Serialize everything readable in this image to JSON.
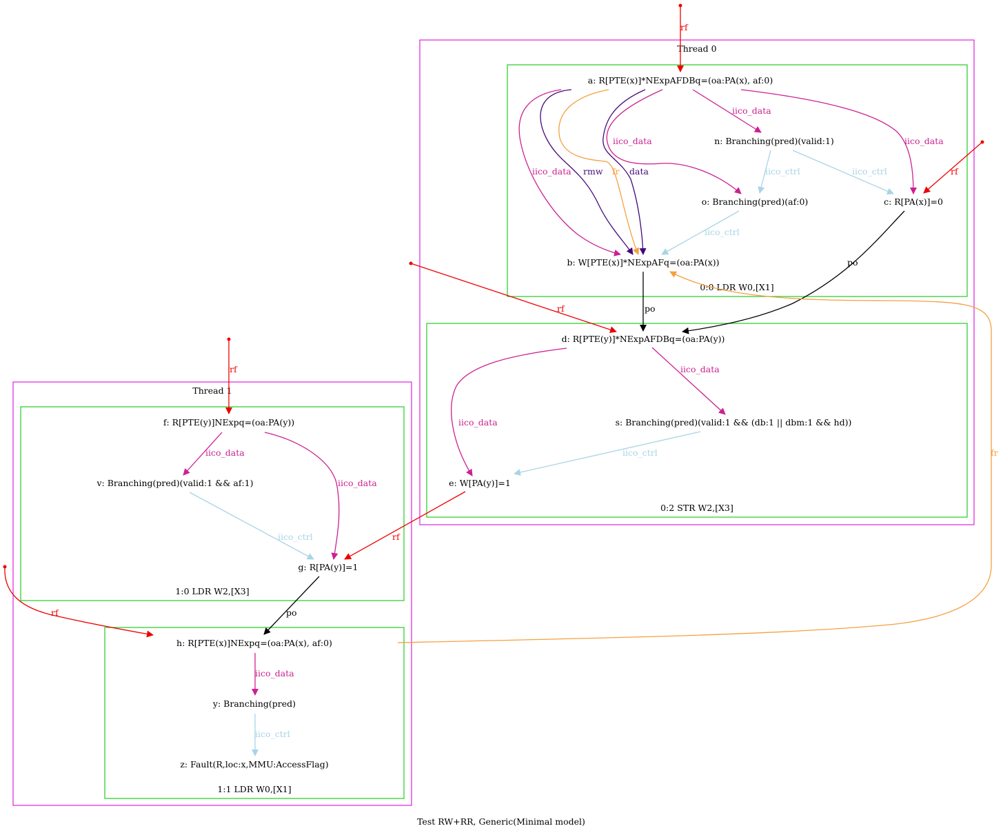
{
  "caption": "Test RW+RR, Generic(Minimal model)",
  "colors": {
    "thread_border": "#e020e0",
    "instr_border": "#22cc22",
    "rf": "#ee0000",
    "iico_data": "#cc2090",
    "iico_ctrl": "#a8d4e6",
    "po": "#000000",
    "rmw": "#44087a",
    "data": "#44087a",
    "fr": "#f4a040"
  },
  "threads": [
    {
      "id": "t0",
      "label": "Thread 0"
    },
    {
      "id": "t1",
      "label": "Thread 1"
    }
  ],
  "instructions": [
    {
      "id": "i00",
      "label": "0:0 LDR W0,[X1]"
    },
    {
      "id": "i02",
      "label": "0:2 STR W2,[X3]"
    },
    {
      "id": "i10",
      "label": "1:0 LDR W2,[X3]"
    },
    {
      "id": "i11",
      "label": "1:1 LDR W0,[X1]"
    }
  ],
  "nodes": {
    "a": "a: R[PTE(x)]*NExpAFDBq=(oa:PA(x), af:0)",
    "n": "n: Branching(pred)(valid:1)",
    "o": "o: Branching(pred)(af:0)",
    "c": "c: R[PA(x)]=0",
    "b": "b: W[PTE(x)]*NExpAFq=(oa:PA(x))",
    "d": "d: R[PTE(y)]*NExpAFDBq=(oa:PA(y))",
    "s": "s: Branching(pred)(valid:1 && (db:1 || dbm:1 && hd))",
    "e": "e: W[PA(y)]=1",
    "f": "f: R[PTE(y)]NExpq=(oa:PA(y))",
    "v": "v: Branching(pred)(valid:1 && af:1)",
    "g": "g: R[PA(y)]=1",
    "h": "h: R[PTE(x)]NExpq=(oa:PA(x), af:0)",
    "y": "y: Branching(pred)",
    "z": "z: Fault(R,loc:x,MMU:AccessFlag)"
  },
  "edge_labels": {
    "rf": "rf",
    "iico_data": "iico_data",
    "iico_ctrl": "iico_ctrl",
    "po": "po",
    "rmw": "rmw",
    "data": "data",
    "fr": "fr"
  }
}
